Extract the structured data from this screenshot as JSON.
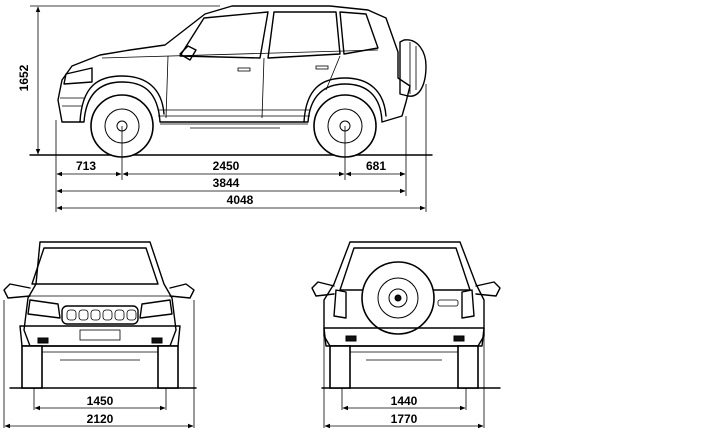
{
  "dimensions": {
    "height": "1652",
    "front_overhang": "713",
    "wheelbase": "2450",
    "rear_overhang": "681",
    "length": "3844",
    "length_with_spare": "4048",
    "front_track": "1450",
    "width_front": "2120",
    "rear_track": "1440",
    "width_rear": "1770"
  }
}
